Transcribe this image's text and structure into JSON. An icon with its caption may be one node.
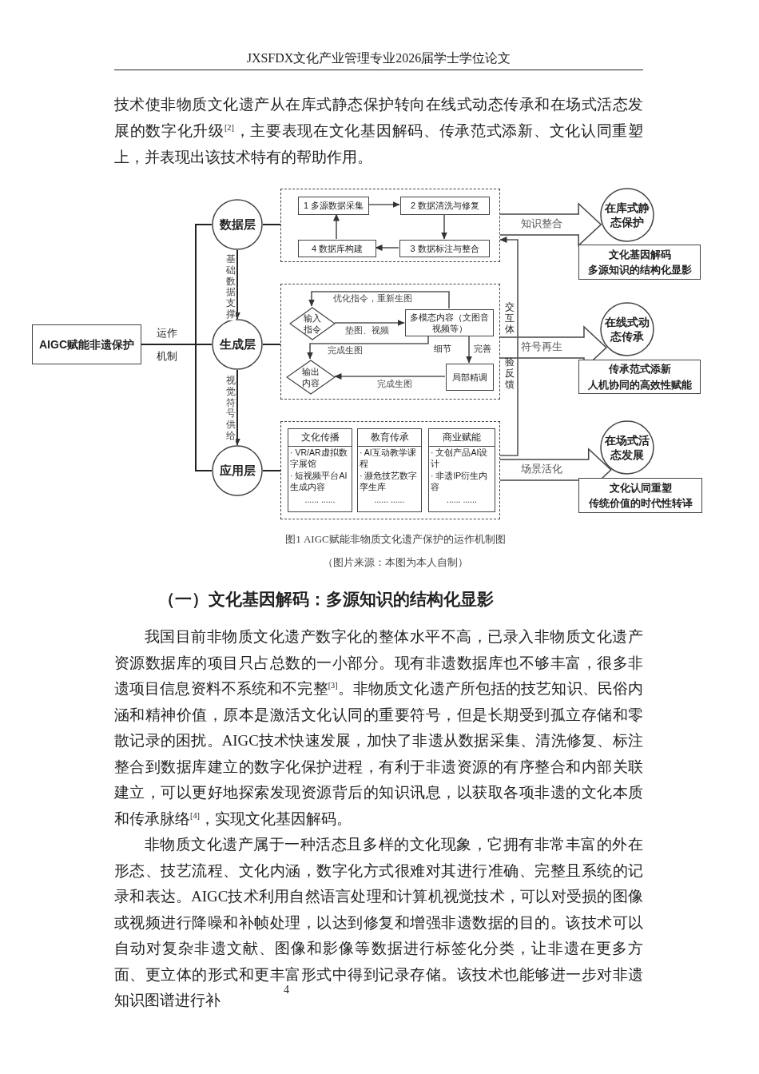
{
  "diagram": {
    "caption": "图1 AIGC赋能非物质文化遗产保护的运作机制图",
    "nodes": [
      {
        "text": [
          "AIGC赋能非遗保护"
        ]
      },
      {
        "text": [
          "数据层"
        ]
      },
      {
        "text": [
          "生成层"
        ]
      },
      {
        "text": [
          "应用层"
        ]
      },
      {
        "text": [],
        "shape": "box"
      },
      {
        "text": [
          "1 多源数据采集"
        ],
        "in": 4
      },
      {
        "text": [
          "2 数据清洗与修复"
        ],
        "in": 4
      },
      {
        "text": [
          "4 数据库构建"
        ],
        "in": 4
      },
      {
        "text": [
          "3 数据标注与整合"
        ],
        "in": 4
      },
      {
        "text": [],
        "shape": "box"
      },
      {
        "text": [
          "输入指令"
        ],
        "in": 9
      },
      {
        "text": [
          "多模态内容（文图音视频等）"
        ],
        "in": 9
      },
      {
        "text": [
          "输出内容"
        ],
        "in": 9
      },
      {
        "text": [
          "局部精调"
        ],
        "in": 9
      },
      {
        "text": [],
        "shape": "box"
      },
      {
        "text": [
          "文化传播",
          "· VR/AR虚拟数字展馆",
          "· 短视频平台AI生成内容",
          "...... ......"
        ],
        "in": 14
      },
      {
        "text": [
          "教育传承",
          "· AI互动教学课程",
          "· 濒危技艺数字孪生库",
          "...... ......"
        ],
        "in": 14
      },
      {
        "text": [
          "商业赋能",
          "· 文创产品AI设计",
          "· 非遗IP衍生内容",
          "...... ......"
        ],
        "in": 14
      },
      {
        "text": [
          "在库式静态保护"
        ]
      },
      {
        "text": [
          "文化基因解码",
          "多源知识的结构化显影"
        ]
      },
      {
        "text": [
          "在线式动态传承"
        ]
      },
      {
        "text": [
          "传承范式添新",
          "人机协同的高效性赋能"
        ]
      },
      {
        "text": [
          "在场式活态发展"
        ]
      },
      {
        "text": [
          "文化认同重塑",
          "传统价值的时代性转译"
        ]
      }
    ],
    "edges": [
      {
        "from": 0,
        "to": 1,
        "arrow": "none"
      },
      {
        "from": 0,
        "to": 2,
        "arrow": "none"
      },
      {
        "from": 0,
        "to": 3,
        "arrow": "none"
      },
      {
        "from": 1,
        "to": 2,
        "arrow": "to",
        "label": "基础数据支撑"
      },
      {
        "from": 2,
        "to": 3,
        "arrow": "to",
        "label": "视觉符号供给"
      },
      {
        "from": 1,
        "to": 4,
        "arrow": "none"
      },
      {
        "from": 2,
        "to": 9,
        "arrow": "none"
      },
      {
        "from": 3,
        "to": 14,
        "arrow": "none"
      },
      {
        "from": 5,
        "to": 6,
        "arrow": "to"
      },
      {
        "from": 6,
        "to": 8,
        "arrow": "to"
      },
      {
        "from": 8,
        "to": 7,
        "arrow": "to"
      },
      {
        "from": 7,
        "to": 5,
        "arrow": "to"
      },
      {
        "from": 11,
        "to": 10,
        "arrow": "to",
        "label": "优化指令，重新生图"
      },
      {
        "from": 10,
        "to": 11,
        "arrow": "to",
        "label": "垫图、视频"
      },
      {
        "from": 11,
        "to": 12,
        "arrow": "to",
        "label": "完成生图"
      },
      {
        "from": 11,
        "to": 13,
        "arrow": "to"
      },
      {
        "from": 13,
        "to": 12,
        "arrow": "to",
        "label": "完成生图"
      },
      {
        "from": 4,
        "to": 18,
        "arrow": "to",
        "label": "知识整合"
      },
      {
        "from": 9,
        "to": 20,
        "arrow": "to",
        "label": "符号再生"
      },
      {
        "from": 14,
        "to": 22,
        "arrow": "to",
        "label": "场景活化"
      },
      {
        "from": 14,
        "to": 4,
        "arrow": "to"
      }
    ],
    "labels": [
      "JXSFDX文化产业管理专业2026届学士学位论文",
      "技术使非物质文化遗产从在库式静态保护转向在线式动态传承和在场式活态发展的数字化升级$^{[2]}$，主要表现在文化基因解码、传承范式添新、文化认同重塑上，并表现出该技术特有的帮助作用。",
      "运作",
      "机制",
      "细节",
      "完善",
      "交互体",
      "验反馈",
      "（图片来源：本图为本人自制）",
      "（一）文化基因解码：多源知识的结构化显影",
      "我国目前非物质文化遗产数字化的整体水平不高，已录入非物质文化遗产资源数据库的项目只占总数的一小部分。现有非遗数据库也不够丰富，很多非遗项目信息资料不系统和不完整$^{[3]}$。非物质文化遗产所包括的技艺知识、民俗内涵和精神价值，原本是激活文化认同的重要符号，但是长期受到孤立存储和零散记录的困扰。AIGC技术快速发展，加快了非遗从数据采集、清洗修复、标注整合到数据库建立的数字化保护进程，有利于非遗资源的有序整合和内部关联建立，可以更好地探索发现资源背后的知识讯息，以获取各项非遗的文化本质和传承脉络$^{[4]}$，实现文化基因解码。",
      "非物质文化遗产属于一种活态且多样的文化现象，它拥有非常丰富的外在形态、技艺流程、文化内涵，数字化方式很难对其进行准确、完整且系统的记录和表达。AIGC技术利用自然语言处理和计算机视觉技术，可以对受损的图像或视频进行降噪和补帧处理，以达到修复和增强非遗数据的目的。该技术可以自动对复杂非遗文献、图像和影像等数据进行标签化分类，让非遗在更多方面、更立体的形式和更丰富形式中得到记录存储。该技术也能够进一步对非遗知识图谱进行补",
      "4"
    ]
  }
}
